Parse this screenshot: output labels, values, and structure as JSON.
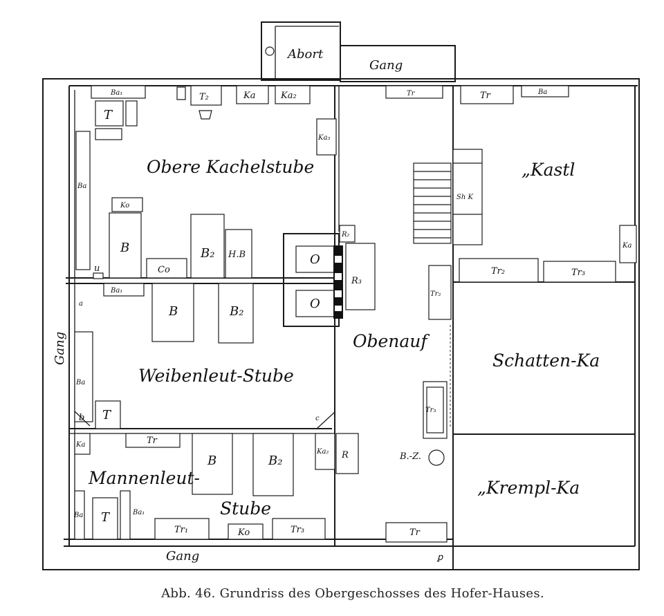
{
  "caption": "Abb. 46. Grundriss des Obergeschosses des Hofer-Hauses.",
  "rooms": {
    "obere_kachelstube": "Obere Kachelstube",
    "weibenleut_stube": "Weibenleut-Stube",
    "mannenleut_1": "Mannenleut-",
    "mannenleut_2": "Stube",
    "obenauf": "Obenauf",
    "kastl": "„Kastl",
    "schatten_ka": "Schatten-Ka",
    "krempl_ka": "„Krempl-Ka",
    "abort": "Abort",
    "gang_top": "Gang",
    "gang_left": "Gang",
    "gang_bottom": "Gang"
  },
  "furniture": {
    "ba1_top": "Ba₁",
    "t2_top": "T₂",
    "ka_top": "Ka",
    "ka2_top": "Ka₂",
    "ka3": "Ka₃",
    "tr_top": "Tr",
    "tr_kastl": "Tr",
    "ba_kastl": "Ba",
    "t_table1": "T",
    "ba_left": "Ba",
    "ko1": "Ko",
    "b1": "B",
    "b2_1": "B₂",
    "hb": "H.B",
    "u": "u",
    "co": "Co",
    "ba1_mid": "Ba₁",
    "o1": "O",
    "o2": "O",
    "r2": "R₂",
    "r3": "R₃",
    "shk": "Sh K",
    "ka_kastl": "Ka",
    "tr2_kastl": "Tr₂",
    "tr3_kastl": "Tr₃",
    "tr2_obenauf": "Tr₂",
    "b_weib": "B",
    "b2_weib": "B₂",
    "a": "a",
    "ba_weib": "Ba",
    "b_mark": "b",
    "t_weib": "T",
    "c": "c",
    "tr3_obenauf": "Tr₃",
    "ka_mann": "Ka",
    "tr_mann": "Tr",
    "b_mann": "B",
    "b2_mann": "B₂",
    "ka2_mann": "Ka₂",
    "r_mann": "R",
    "bz": "B.-Z.",
    "ba_mann": "Ba",
    "t_mann": "T",
    "ba1_mann": "Ba₁",
    "tr1_mann": "Tr₁",
    "ko_mann": "Ko",
    "tr3_mann": "Tr₃",
    "tr_obenauf_bot": "Tr",
    "p_mark": "ꝑ"
  }
}
